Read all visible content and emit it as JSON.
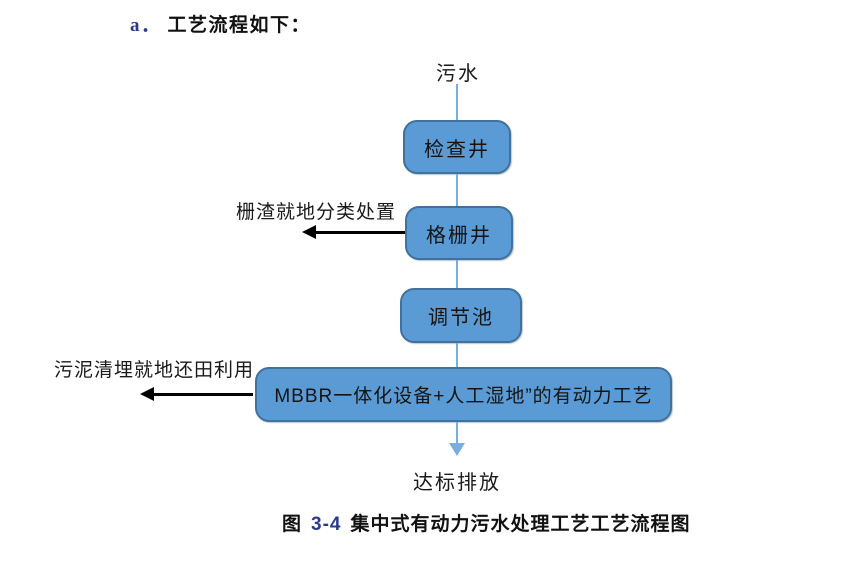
{
  "title": {
    "prefix": "a．",
    "text": "工艺流程如下："
  },
  "flow": {
    "input_label": "污水",
    "boxes": [
      "检查井",
      "格栅井",
      "调节池",
      "MBBR一体化设备+人工湿地”的有动力工艺"
    ],
    "branches": [
      {
        "label": "栅渣就地分类处置",
        "from_box": "格栅井",
        "direction": "left"
      },
      {
        "label": "污泥清埋就地还田利用",
        "from_box": "MBBR一体化设备+人工湿地”的有动力工艺",
        "direction": "left"
      }
    ],
    "output_label": "达标排放"
  },
  "caption": {
    "prefix": "图",
    "number": "3-4",
    "text": "集中式有动力污水处理工艺工艺流程图"
  },
  "colors": {
    "background": "#FFFFFF",
    "box_fill": "#5B9BD5",
    "box_border": "#41719C",
    "connector": "#79AEDE",
    "arrow": "#000000",
    "text": "#1A1A1A",
    "number_color": "#2B3A8F"
  }
}
